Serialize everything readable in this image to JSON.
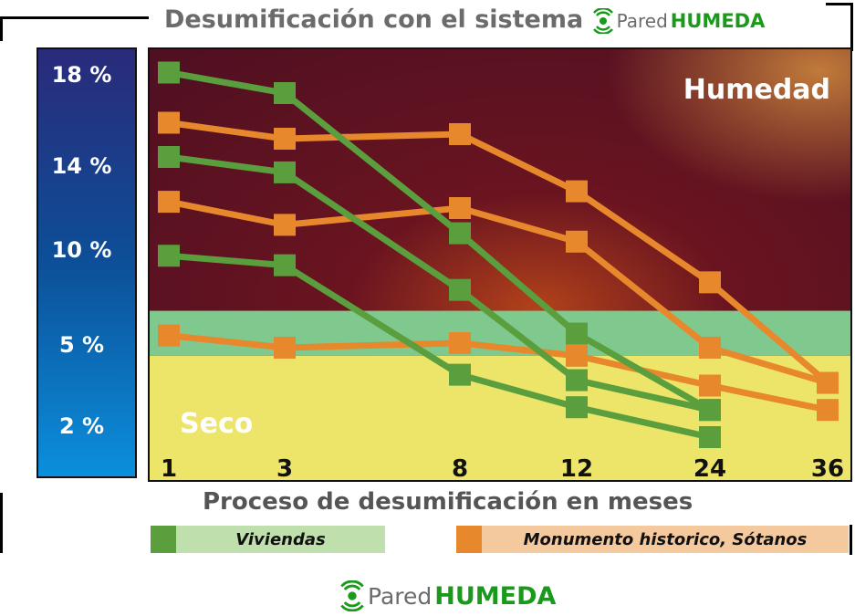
{
  "title": "Desumificación con el sistema",
  "brand": {
    "pared": "Pared",
    "humeda": "HUMEDA"
  },
  "colors": {
    "green": "#5a9e3e",
    "orange": "#e8882c",
    "band_green": "#7fc98e",
    "band_yellow": "#ede46a"
  },
  "chart_data": {
    "type": "line",
    "title": "Desumificación con el sistema Pared HUMEDA",
    "xlabel": "Proceso de desumificación en meses",
    "ylabel": "",
    "x": [
      1,
      3,
      8,
      12,
      24,
      36
    ],
    "x_tick_labels": [
      "1",
      "3",
      "8",
      "12",
      "24",
      "36"
    ],
    "y_tick_labels": [
      {
        "v": 18,
        "label": "18 %"
      },
      {
        "v": 14,
        "label": "14 %"
      },
      {
        "v": 10,
        "label": "10 %"
      },
      {
        "v": 5,
        "label": "5 %"
      },
      {
        "v": 2,
        "label": "2 %"
      }
    ],
    "zones": {
      "humid_label": "Humedad",
      "dry_label": "Seco",
      "transition_band": [
        4.6,
        6.8
      ]
    },
    "legend": [
      {
        "name": "Viviendas",
        "color": "#5a9e3e"
      },
      {
        "name": "Monumento historico, Sótanos",
        "color": "#e8882c"
      }
    ],
    "series": [
      {
        "name": "Viviendas",
        "group": 0,
        "values": [
          18.1,
          17.2,
          10.8,
          5.6,
          2.6,
          null
        ]
      },
      {
        "name": "Viviendas",
        "group": 0,
        "values": [
          14.4,
          13.7,
          7.9,
          3.7,
          2.6,
          null
        ]
      },
      {
        "name": "Viviendas",
        "group": 0,
        "values": [
          9.7,
          9.2,
          3.9,
          2.7,
          1.6,
          null
        ]
      },
      {
        "name": "Monumento historico, Sótanos",
        "group": 1,
        "values": [
          15.9,
          15.2,
          15.4,
          12.8,
          8.3,
          3.6
        ]
      },
      {
        "name": "Monumento historico, Sótanos",
        "group": 1,
        "values": [
          12.3,
          11.2,
          12.0,
          10.4,
          4.9,
          3.6
        ]
      },
      {
        "name": "Monumento historico, Sótanos",
        "group": 1,
        "values": [
          5.5,
          4.9,
          5.1,
          4.6,
          3.5,
          2.6
        ]
      }
    ]
  }
}
